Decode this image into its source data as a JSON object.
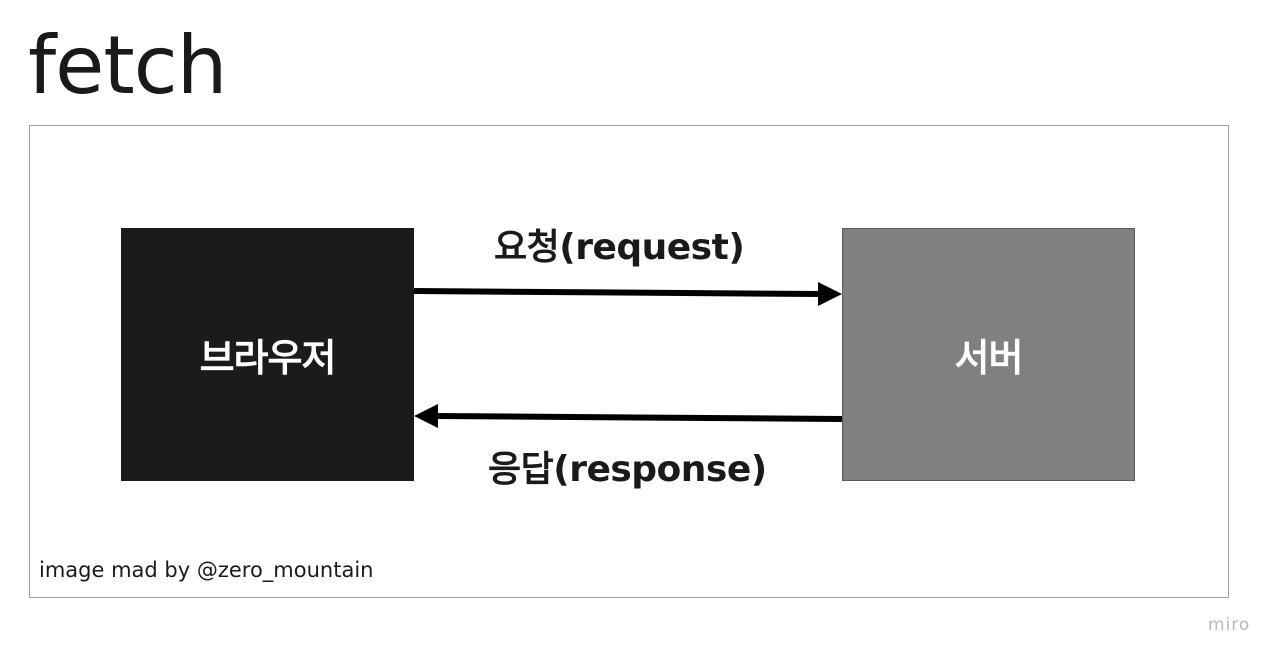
{
  "title": "fetch",
  "diagram": {
    "nodes": {
      "browser": {
        "label": "브라우저",
        "color": "#1b1b1b"
      },
      "server": {
        "label": "서버",
        "color": "#808080"
      }
    },
    "edges": {
      "request": {
        "label": "요청(request)",
        "from": "browser",
        "to": "server"
      },
      "response": {
        "label": "응답(response)",
        "from": "server",
        "to": "browser"
      }
    },
    "arrow_color": "#000000"
  },
  "credit": "image mad by @zero_mountain",
  "watermark": "miro"
}
